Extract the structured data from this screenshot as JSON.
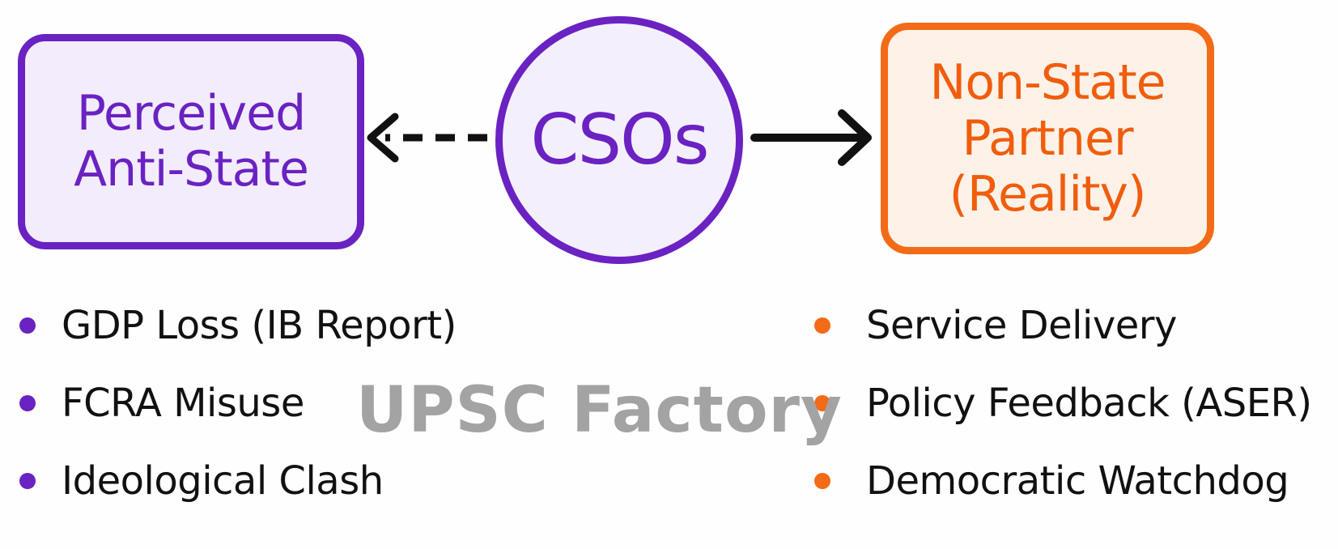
{
  "colors": {
    "purple": "#6a22c2",
    "orange": "#f36b16",
    "text": "#111111",
    "watermark": "#a3a3a3"
  },
  "left_box": {
    "lines": [
      "Perceived",
      "Anti-State"
    ]
  },
  "center": {
    "label": "CSOs"
  },
  "right_box": {
    "lines": [
      "Non-State",
      "Partner",
      "(Reality)"
    ]
  },
  "left_list": {
    "items": [
      "GDP Loss (IB Report)",
      "FCRA Misuse",
      "Ideological Clash"
    ]
  },
  "right_list": {
    "items": [
      "Service Delivery",
      "Policy Feedback (ASER)",
      "Democratic Watchdog"
    ]
  },
  "watermark": {
    "text": "UPSC Factory"
  },
  "connectors": {
    "left": "dashed-arrow",
    "right": "solid-arrow"
  }
}
